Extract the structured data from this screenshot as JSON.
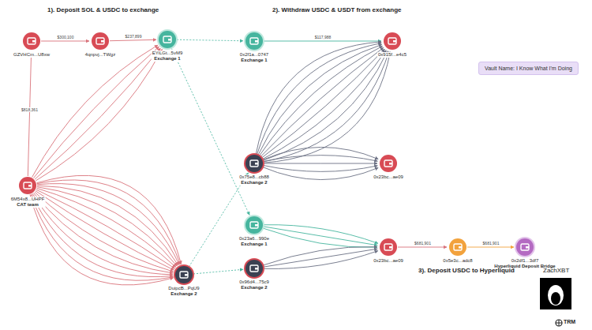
{
  "diagram": {
    "nodes": [
      {
        "text": [
          "GZVHCm...U8xw"
        ]
      },
      {
        "text": [
          "4qnpvj...TWgz"
        ]
      },
      {
        "text": [
          "EYiLGt...5vM9",
          "Exchange 1"
        ]
      },
      {
        "text": [
          "6M54x8...UHPF",
          "CAT team"
        ]
      },
      {
        "text": [
          "DuipcB...PqU9",
          "Exchange 2"
        ]
      },
      {
        "text": [
          "0x2f1a...0747",
          "Exchange 1"
        ]
      },
      {
        "text": [
          "0x915f...e4c5"
        ]
      },
      {
        "text": [
          "0x75e8...cb88",
          "Exchange 2"
        ]
      },
      {
        "text": [
          "0x23bc...ae09"
        ]
      },
      {
        "text": [
          "0x23a6...990e",
          "Exchange 1"
        ]
      },
      {
        "text": [
          "0x96d4...75c9",
          "Exchange 2"
        ]
      },
      {
        "text": [
          "0x23bc...ae09"
        ]
      },
      {
        "text": [
          "0x5e3c...adc8"
        ]
      },
      {
        "text": [
          "0x2df1...3df7",
          "Hyperliquid Deposit Bridge"
        ]
      },
      {
        "text": [
          "Vault Name: I Know What I'm Doing"
        ]
      }
    ],
    "edges": [
      {
        "from": 0,
        "to": 1,
        "arrow": "to",
        "label": "$300,100"
      },
      {
        "from": 1,
        "to": 2,
        "arrow": "to",
        "label": "$237,899"
      },
      {
        "from": 3,
        "to": 0,
        "arrow": "to",
        "label": "$818,361"
      },
      {
        "from": 3,
        "to": 2,
        "arrow": "to"
      },
      {
        "from": 3,
        "to": 2,
        "arrow": "to"
      },
      {
        "from": 3,
        "to": 2,
        "arrow": "to"
      },
      {
        "from": 3,
        "to": 2,
        "arrow": "to"
      },
      {
        "from": 3,
        "to": 4,
        "arrow": "to"
      },
      {
        "from": 3,
        "to": 4,
        "arrow": "to"
      },
      {
        "from": 3,
        "to": 4,
        "arrow": "to"
      },
      {
        "from": 3,
        "to": 4,
        "arrow": "to"
      },
      {
        "from": 3,
        "to": 4,
        "arrow": "to"
      },
      {
        "from": 3,
        "to": 4,
        "arrow": "to"
      },
      {
        "from": 3,
        "to": 4,
        "arrow": "to"
      },
      {
        "from": 3,
        "to": 4,
        "arrow": "to"
      },
      {
        "from": 3,
        "to": 4,
        "arrow": "to"
      },
      {
        "from": 3,
        "to": 4,
        "arrow": "to"
      },
      {
        "from": 3,
        "to": 4,
        "arrow": "to"
      },
      {
        "from": 3,
        "to": 4,
        "arrow": "to"
      },
      {
        "from": 3,
        "to": 4,
        "arrow": "to"
      },
      {
        "from": 3,
        "to": 4,
        "arrow": "to"
      },
      {
        "from": 2,
        "to": 5,
        "arrow": "to"
      },
      {
        "from": 4,
        "to": 7,
        "arrow": "to"
      },
      {
        "from": 2,
        "to": 9,
        "arrow": "to"
      },
      {
        "from": 4,
        "to": 10,
        "arrow": "to"
      },
      {
        "from": 5,
        "to": 6,
        "arrow": "to",
        "label": "$117,988"
      },
      {
        "from": 7,
        "to": 6,
        "arrow": "to"
      },
      {
        "from": 7,
        "to": 6,
        "arrow": "to"
      },
      {
        "from": 7,
        "to": 6,
        "arrow": "to"
      },
      {
        "from": 7,
        "to": 6,
        "arrow": "to"
      },
      {
        "from": 7,
        "to": 6,
        "arrow": "to"
      },
      {
        "from": 7,
        "to": 6,
        "arrow": "to"
      },
      {
        "from": 7,
        "to": 6,
        "arrow": "to"
      },
      {
        "from": 7,
        "to": 6,
        "arrow": "to"
      },
      {
        "from": 7,
        "to": 6,
        "arrow": "to"
      },
      {
        "from": 7,
        "to": 6,
        "arrow": "to"
      },
      {
        "from": 7,
        "to": 8,
        "arrow": "to"
      },
      {
        "from": 7,
        "to": 8,
        "arrow": "to"
      },
      {
        "from": 7,
        "to": 8,
        "arrow": "to"
      },
      {
        "from": 7,
        "to": 8,
        "arrow": "to"
      },
      {
        "from": 7,
        "to": 8,
        "arrow": "to"
      },
      {
        "from": 9,
        "to": 11,
        "arrow": "to"
      },
      {
        "from": 9,
        "to": 11,
        "arrow": "to"
      },
      {
        "from": 9,
        "to": 11,
        "arrow": "to"
      },
      {
        "from": 10,
        "to": 11,
        "arrow": "to"
      },
      {
        "from": 10,
        "to": 11,
        "arrow": "to"
      },
      {
        "from": 10,
        "to": 11,
        "arrow": "to"
      },
      {
        "from": 11,
        "to": 12,
        "arrow": "to",
        "label": "$681,901"
      },
      {
        "from": 12,
        "to": 13,
        "arrow": "to",
        "label": "$681,901"
      }
    ],
    "labels": [
      "1). Deposit SOL & USDC to exchange",
      "2). Withdraw USDC & USDT from exchange",
      "3). Deposit USDC to Hyperliquid",
      "ZachXBT",
      "TRM"
    ]
  }
}
